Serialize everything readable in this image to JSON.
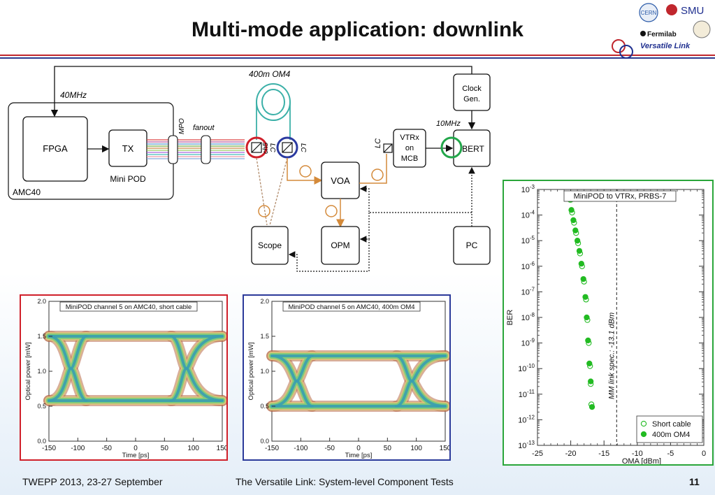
{
  "slide": {
    "title": "Multi-mode application: downlink",
    "footer_left": "TWEPP 2013, 23-27 September",
    "footer_center": "The Versatile Link: System-level Component Tests",
    "page_number": "11"
  },
  "logos": {
    "smu": "SMU",
    "fermilab": "Fermilab",
    "versatile_link": "Versatile Link",
    "colors": {
      "red": "#c0262d",
      "blue": "#1f2f8f"
    }
  },
  "diagram": {
    "labels": {
      "clock_40": "40MHz",
      "fpga": "FPGA",
      "tx": "TX",
      "mini_pod": "Mini POD",
      "amc40": "AMC40",
      "mpo": "MPO",
      "fanout": "fanout",
      "fiber": "400m OM4",
      "ch5": "ch5",
      "lc_left": "LC",
      "lc_mid": "LC",
      "lc_right": "LC",
      "vtrx_line1": "VTRx",
      "vtrx_line2": "on",
      "vtrx_line3": "MCB",
      "clock_gen_line1": "Clock",
      "clock_gen_line2": "Gen.",
      "clock_10": "10MHz",
      "bert": "BERT",
      "voa": "VOA",
      "scope": "Scope",
      "opm": "OPM",
      "pc": "PC"
    }
  },
  "chart_data": [
    {
      "type": "heatmap",
      "title": "MiniPOD channel 5 on AMC40, short cable",
      "xlabel": "Time [ps]",
      "ylabel": "Optical power [mW]",
      "xlim": [
        -150,
        150
      ],
      "ylim": [
        0.0,
        2.0
      ],
      "xticks": [
        "-150",
        "-100",
        "-50",
        "0",
        "50",
        "100",
        "150"
      ],
      "yticks": [
        "0.0",
        "0.5",
        "1.0",
        "1.5",
        "2.0"
      ],
      "eye": {
        "high_mW": 1.5,
        "low_mW": 0.58,
        "crossing_ps": [
          -112,
          88
        ]
      },
      "frame_color": "#d0202a"
    },
    {
      "type": "heatmap",
      "title": "MiniPOD channel 5 on AMC40, 400m OM4",
      "xlabel": "Time [ps]",
      "ylabel": "Optical power [mW]",
      "xlim": [
        -150,
        150
      ],
      "ylim": [
        0.0,
        2.0
      ],
      "xticks": [
        "-150",
        "-100",
        "-50",
        "0",
        "50",
        "100",
        "150"
      ],
      "yticks": [
        "0.0",
        "0.5",
        "1.0",
        "1.5",
        "2.0"
      ],
      "eye": {
        "high_mW": 1.22,
        "low_mW": 0.5,
        "crossing_ps": [
          -107,
          92
        ]
      },
      "frame_color": "#2b3a9a"
    },
    {
      "type": "scatter",
      "title": "MiniPOD to VTRx, PRBS-7",
      "xlabel": "OMA [dBm]",
      "ylabel": "BER",
      "xlim": [
        -25,
        0
      ],
      "ylim_exp": [
        -13,
        -3
      ],
      "log_y": true,
      "xticks": [
        "-25",
        "-20",
        "-15",
        "-10",
        "-5",
        "0"
      ],
      "yticks_exp": [
        "-3",
        "-4",
        "-5",
        "-6",
        "-7",
        "-8",
        "-9",
        "-10",
        "-11",
        "-12",
        "-13"
      ],
      "spec_line": {
        "x": -13.1,
        "label": "MM link spec.: -13.1 dBm"
      },
      "legend_position": "bottom-right",
      "frame_color": "#2aa63a",
      "series": [
        {
          "name": "Short cable",
          "marker": "open-circle",
          "color": "#22bb22",
          "x": [
            -20.0,
            -19.8,
            -19.5,
            -19.2,
            -18.9,
            -18.6,
            -18.3,
            -18.0,
            -17.7,
            -17.5,
            -17.3,
            -17.1,
            -17.0,
            -16.9
          ],
          "log_y": [
            -3.4,
            -3.9,
            -4.3,
            -4.7,
            -5.1,
            -5.5,
            -6.0,
            -6.6,
            -7.3,
            -8.1,
            -9.0,
            -9.9,
            -10.6,
            -11.4
          ]
        },
        {
          "name": "400m OM4",
          "marker": "filled-circle",
          "color": "#22bb22",
          "x": [
            -20.1,
            -19.9,
            -19.6,
            -19.3,
            -19.0,
            -18.7,
            -18.4,
            -18.1,
            -17.8,
            -17.6,
            -17.4,
            -17.2,
            -17.0,
            -16.8
          ],
          "log_y": [
            -3.4,
            -3.8,
            -4.2,
            -4.6,
            -5.0,
            -5.4,
            -5.9,
            -6.5,
            -7.2,
            -8.0,
            -8.9,
            -9.8,
            -10.5,
            -11.5
          ]
        }
      ]
    }
  ]
}
